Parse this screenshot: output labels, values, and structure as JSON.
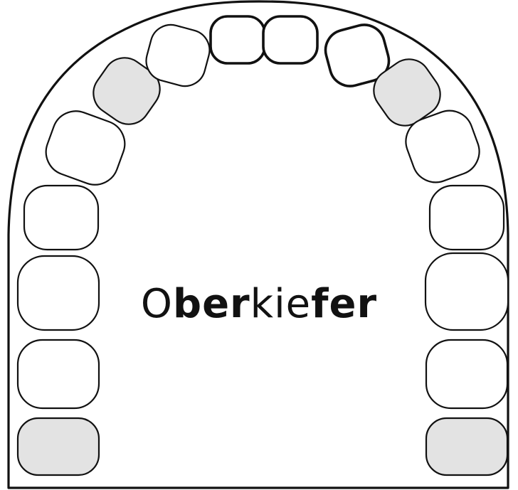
{
  "title": {
    "segments": [
      {
        "text": "O",
        "bold": false
      },
      {
        "text": "ber",
        "bold": true
      },
      {
        "text": "kie",
        "bold": false
      },
      {
        "text": "fer",
        "bold": true
      }
    ]
  },
  "colors": {
    "outline": "#111111",
    "tooth_fill_plain": "#ffffff",
    "tooth_fill_shaded": "#e3e3e3"
  },
  "teeth": {
    "left": [
      "shaded",
      "plain",
      "plain",
      "plain",
      "plain",
      "shaded",
      "plain",
      "front"
    ],
    "right": [
      "front",
      "shaded",
      "plain",
      "plain",
      "plain",
      "plain",
      "shaded"
    ],
    "center": [
      "front",
      "front"
    ]
  }
}
